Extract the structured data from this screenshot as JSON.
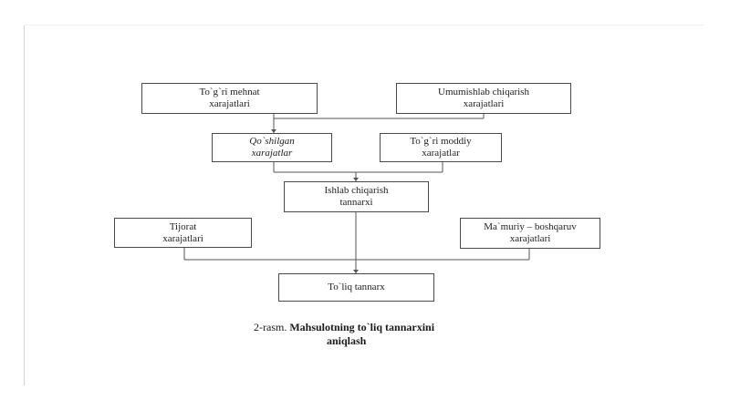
{
  "boxes": {
    "direct_labor": [
      "To`g`ri mehnat",
      "xarajatlari"
    ],
    "general_production": [
      "Umumishlab chiqarish",
      "xarajatlari"
    ],
    "added_costs": [
      "Qo`shilgan",
      "xarajatlar"
    ],
    "direct_material": [
      "To`g`ri moddiy",
      "xarajatlar"
    ],
    "production_cost": [
      "Ishlab chiqarish",
      "tannarxi"
    ],
    "commercial_costs": [
      "Tijorat",
      "xarajatlari"
    ],
    "admin_costs": [
      "Ma`muriy – boshqaruv",
      "xarajatlari"
    ],
    "full_cost": [
      "To`liq tannarx"
    ]
  },
  "caption": {
    "number": "2-rasm.",
    "title_line1": "Mahsulotning to`liq tannarxini",
    "title_line2": "aniqlash"
  }
}
